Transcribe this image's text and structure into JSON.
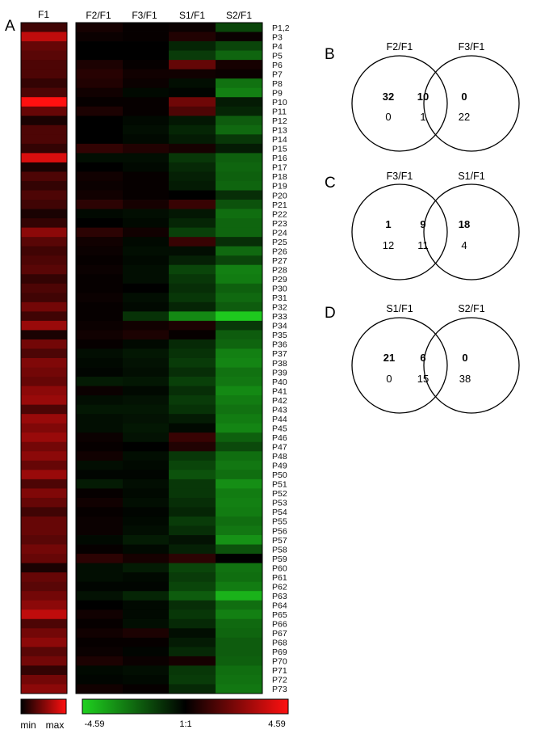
{
  "chart_data": [
    {
      "type": "heatmap",
      "panel_label": "A",
      "columns_f1": [
        "F1"
      ],
      "columns_ratio": [
        "F2/F1",
        "F3/F1",
        "S1/F1",
        "S2/F1"
      ],
      "rows": [
        "P1,2",
        "P3",
        "P4",
        "P5",
        "P6",
        "P7",
        "P8",
        "P9",
        "P10",
        "P11",
        "P12",
        "P13",
        "P14",
        "P15",
        "P16",
        "P17",
        "P18",
        "P19",
        "P20",
        "P21",
        "P22",
        "P23",
        "P24",
        "P25",
        "P26",
        "P27",
        "P28",
        "P29",
        "P30",
        "P31",
        "P32",
        "P33",
        "P34",
        "P35",
        "P36",
        "P37",
        "P38",
        "P39",
        "P40",
        "P41",
        "P42",
        "P43",
        "P44",
        "P45",
        "P46",
        "P47",
        "P48",
        "P49",
        "P50",
        "P51",
        "P52",
        "P53",
        "P54",
        "P55",
        "P56",
        "P57",
        "P58",
        "P59",
        "P60",
        "P61",
        "P62",
        "P63",
        "P64",
        "P65",
        "P66",
        "P67",
        "P68",
        "P69",
        "P70",
        "P71",
        "P72",
        "P73"
      ],
      "f1_values": [
        0.25,
        0.75,
        0.4,
        0.35,
        0.3,
        0.3,
        0.2,
        0.3,
        1.0,
        0.4,
        0.1,
        0.3,
        0.3,
        0.2,
        0.85,
        0.1,
        0.3,
        0.2,
        0.3,
        0.25,
        0.1,
        0.2,
        0.55,
        0.35,
        0.25,
        0.3,
        0.35,
        0.2,
        0.3,
        0.25,
        0.45,
        0.25,
        0.6,
        0.1,
        0.45,
        0.3,
        0.5,
        0.45,
        0.4,
        0.55,
        0.6,
        0.3,
        0.6,
        0.5,
        0.6,
        0.45,
        0.55,
        0.4,
        0.6,
        0.3,
        0.5,
        0.4,
        0.25,
        0.4,
        0.4,
        0.35,
        0.45,
        0.4,
        0.1,
        0.4,
        0.35,
        0.45,
        0.55,
        0.75,
        0.3,
        0.45,
        0.55,
        0.35,
        0.45,
        0.2,
        0.45,
        0.55,
        0.45,
        0.75
      ],
      "ratio_values": [
        [
          0.4,
          0.1,
          0.2,
          -1.5
        ],
        [
          0.2,
          0.1,
          0.6,
          0.2
        ],
        [
          0.0,
          0.0,
          -0.8,
          -1.5
        ],
        [
          0.0,
          0.0,
          -1.3,
          -2.2
        ],
        [
          0.5,
          0.1,
          1.8,
          0.4
        ],
        [
          0.7,
          0.3,
          0.3,
          0.2
        ],
        [
          0.6,
          0.2,
          -0.3,
          -2.5
        ],
        [
          0.3,
          -0.2,
          -0.1,
          -2.8
        ],
        [
          0.1,
          0.1,
          2.0,
          -0.6
        ],
        [
          0.5,
          0.1,
          1.4,
          -0.8
        ],
        [
          0.0,
          -0.2,
          -0.5,
          -2.0
        ],
        [
          0.0,
          -0.3,
          -0.8,
          -2.3
        ],
        [
          0.0,
          -0.2,
          -0.6,
          -1.2
        ],
        [
          0.9,
          0.6,
          0.4,
          -0.6
        ],
        [
          -0.3,
          -0.3,
          -1.2,
          -2.1
        ],
        [
          0.0,
          -0.2,
          -0.9,
          -2.2
        ],
        [
          0.3,
          0.1,
          -0.7,
          -2.1
        ],
        [
          0.2,
          0.1,
          -0.6,
          -2.2
        ],
        [
          0.3,
          0.1,
          0.0,
          -1.0
        ],
        [
          0.8,
          0.4,
          1.0,
          -1.8
        ],
        [
          -0.2,
          -0.3,
          -0.5,
          -2.4
        ],
        [
          0.0,
          -0.2,
          -0.8,
          -2.2
        ],
        [
          0.8,
          0.3,
          -1.4,
          -2.2
        ],
        [
          0.3,
          -0.2,
          1.0,
          -1.0
        ],
        [
          0.2,
          -0.3,
          -0.3,
          -2.3
        ],
        [
          0.1,
          -0.2,
          -0.7,
          -1.5
        ],
        [
          0.2,
          -0.3,
          -1.5,
          -2.8
        ],
        [
          0.1,
          -0.3,
          -1.2,
          -2.7
        ],
        [
          0.1,
          0.0,
          -1.0,
          -2.1
        ],
        [
          0.2,
          -0.3,
          -1.2,
          -2.3
        ],
        [
          0.1,
          -0.2,
          -0.8,
          -2.0
        ],
        [
          0.1,
          -1.1,
          -3.0,
          -4.4
        ],
        [
          0.2,
          0.3,
          0.5,
          -1.2
        ],
        [
          0.3,
          0.5,
          0.1,
          -2.0
        ],
        [
          0.1,
          -0.2,
          -0.9,
          -2.2
        ],
        [
          -0.3,
          -0.5,
          -1.1,
          -2.8
        ],
        [
          -0.2,
          -0.4,
          -1.3,
          -2.9
        ],
        [
          -0.1,
          -0.3,
          -1.0,
          -2.5
        ],
        [
          -0.6,
          -0.5,
          -1.4,
          -2.6
        ],
        [
          0.2,
          -0.2,
          -1.0,
          -3.0
        ],
        [
          -0.3,
          -0.4,
          -1.3,
          -2.7
        ],
        [
          -0.5,
          -0.5,
          -1.1,
          -2.5
        ],
        [
          -0.3,
          -0.4,
          -0.6,
          -2.7
        ],
        [
          -0.3,
          -0.5,
          -0.2,
          -2.9
        ],
        [
          0.2,
          -0.4,
          1.0,
          -2.1
        ],
        [
          0.1,
          0.0,
          0.6,
          -1.6
        ],
        [
          0.3,
          -0.3,
          -1.2,
          -2.4
        ],
        [
          -0.3,
          -0.2,
          -1.5,
          -2.6
        ],
        [
          -0.1,
          -0.1,
          -1.8,
          -2.4
        ],
        [
          -0.6,
          -0.3,
          -1.2,
          -3.1
        ],
        [
          0.1,
          -0.2,
          -1.2,
          -2.7
        ],
        [
          0.3,
          -0.3,
          -1.0,
          -2.8
        ],
        [
          0.1,
          -0.1,
          -0.8,
          -2.7
        ],
        [
          0.2,
          -0.2,
          -1.3,
          -2.4
        ],
        [
          0.2,
          -0.3,
          -1.0,
          -2.6
        ],
        [
          -0.2,
          -0.6,
          -0.4,
          -3.2
        ],
        [
          0.1,
          -0.2,
          -0.7,
          -1.8
        ],
        [
          0.8,
          0.4,
          0.8,
          0.0
        ],
        [
          -0.3,
          -0.6,
          -1.5,
          -2.5
        ],
        [
          -0.3,
          -0.2,
          -1.3,
          -2.4
        ],
        [
          -0.1,
          -0.1,
          -1.5,
          -2.7
        ],
        [
          -0.4,
          -0.8,
          -2.0,
          -3.9
        ],
        [
          0.0,
          -0.2,
          -1.0,
          -2.4
        ],
        [
          0.3,
          -0.2,
          -1.2,
          -2.8
        ],
        [
          0.1,
          -0.3,
          -0.9,
          -2.3
        ],
        [
          0.3,
          0.5,
          -0.3,
          -2.2
        ],
        [
          0.1,
          0.1,
          -0.6,
          -2.0
        ],
        [
          0.2,
          -0.1,
          -0.9,
          -2.0
        ],
        [
          0.5,
          0.2,
          0.4,
          -2.1
        ],
        [
          -0.2,
          -0.3,
          -1.2,
          -2.4
        ],
        [
          -0.1,
          -0.2,
          -1.3,
          -2.5
        ],
        [
          0.3,
          0.1,
          -0.9,
          -2.6
        ]
      ],
      "f1_scale_labels": [
        "min",
        "max"
      ],
      "ratio_scale_labels": [
        "-4.59",
        "1:1",
        "4.59"
      ],
      "ratio_range": [
        -4.59,
        4.59
      ],
      "colors": {
        "low": "#1fd21f",
        "mid": "#000000",
        "high": "#ff1010"
      }
    },
    {
      "type": "venn",
      "panel_label": "B",
      "sets": [
        "F2/F1",
        "F3/F1"
      ],
      "left_only": [
        "32",
        "0"
      ],
      "both": [
        "10",
        "1"
      ],
      "right_only": [
        "0",
        "22"
      ]
    },
    {
      "type": "venn",
      "panel_label": "C",
      "sets": [
        "F3/F1",
        "S1/F1"
      ],
      "left_only": [
        "1",
        "12"
      ],
      "both": [
        "9",
        "11"
      ],
      "right_only": [
        "18",
        "4"
      ]
    },
    {
      "type": "venn",
      "panel_label": "D",
      "sets": [
        "S1/F1",
        "S2/F1"
      ],
      "left_only": [
        "21",
        "0"
      ],
      "both": [
        "6",
        "15"
      ],
      "right_only": [
        "0",
        "38"
      ]
    }
  ]
}
